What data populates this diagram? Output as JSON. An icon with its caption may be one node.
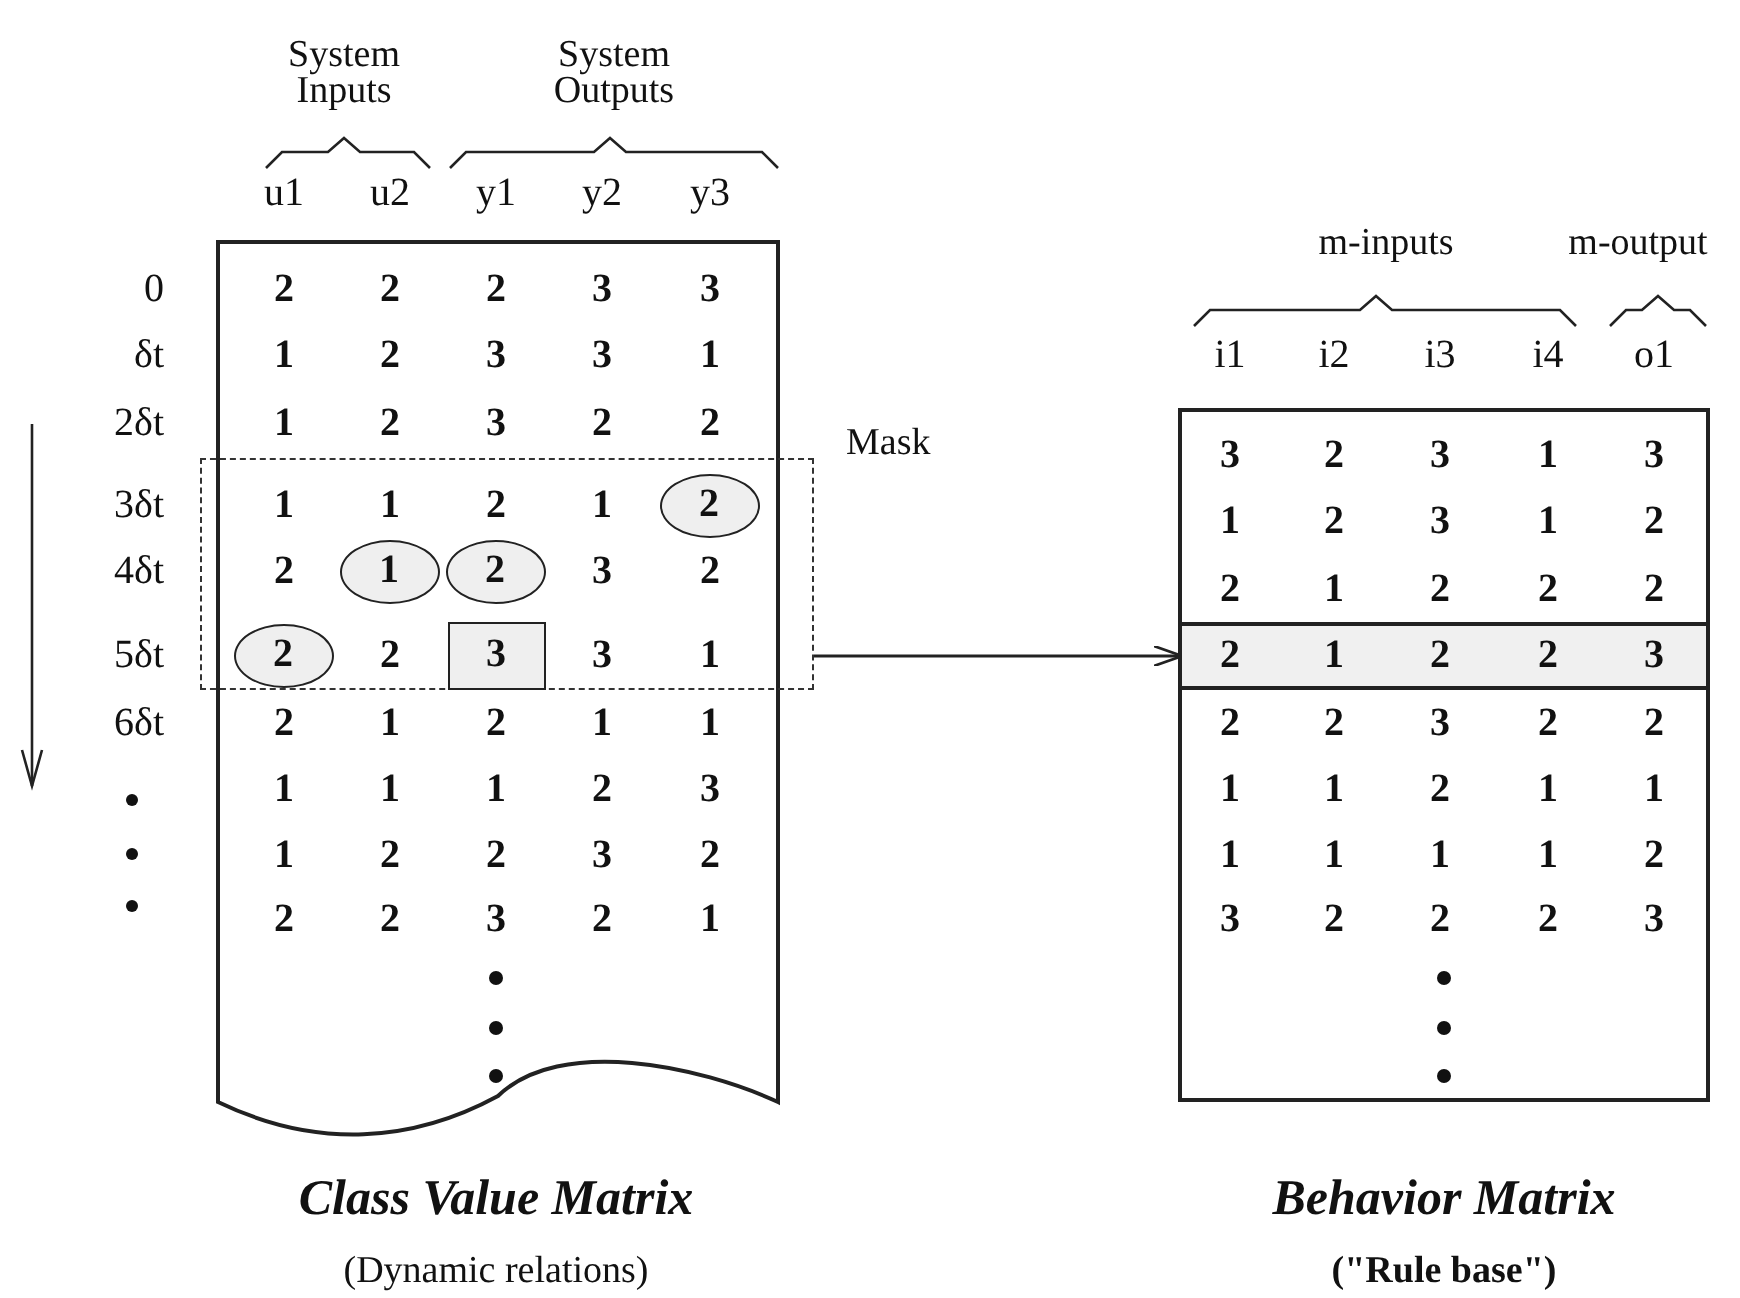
{
  "diagram": {
    "nodes": [
      {
        "text": [],
        "shape": "box",
        "beside": [
          "Class Value Matrix",
          "(Dynamic relations)"
        ]
      },
      {
        "text": [],
        "shape": "box"
      },
      {
        "text": [
          "2"
        ],
        "in": 1
      },
      {
        "text": [
          "1"
        ],
        "in": 1
      },
      {
        "text": [
          "2"
        ],
        "in": 1
      },
      {
        "text": [
          "2"
        ],
        "in": 1
      },
      {
        "text": [
          "3"
        ],
        "in": 1
      },
      {
        "text": [],
        "shape": "box",
        "beside": [
          "Behavior Matrix",
          "(\"Rule base\")"
        ]
      },
      {
        "text": [],
        "shape": "bar",
        "in": 7
      }
    ],
    "edges": [
      {
        "from": 1,
        "to": 8,
        "arrow": "to"
      }
    ],
    "labels": [
      "System Inputs",
      "System Outputs",
      "u1",
      "u2",
      "y1",
      "y2",
      "y3",
      "0",
      "2",
      "2",
      "2",
      "3",
      "3",
      "δt",
      "1",
      "2",
      "3",
      "3",
      "1",
      "2δt",
      "1",
      "2",
      "3",
      "2",
      "2",
      "3δt",
      "1",
      "1",
      "2",
      "1",
      "4δt",
      "2",
      "3",
      "2",
      "5δt",
      "2",
      "3",
      "1",
      "6δt",
      "2",
      "1",
      "2",
      "1",
      "1",
      "1",
      "1",
      "1",
      "2",
      "3",
      "1",
      "2",
      "2",
      "3",
      "2",
      "2",
      "2",
      "3",
      "2",
      "1",
      "Mask",
      "m-inputs",
      "m-output",
      "i1",
      "i2",
      "i3",
      "i4",
      "o1",
      "3",
      "2",
      "3",
      "1",
      "3",
      "1",
      "2",
      "3",
      "1",
      "2",
      "2",
      "1",
      "2",
      "2",
      "2",
      "2",
      "1",
      "2",
      "2",
      "3",
      "2",
      "2",
      "3",
      "2",
      "2",
      "1",
      "1",
      "2",
      "1",
      "1",
      "1",
      "1",
      "1",
      "1",
      "2",
      "3",
      "2",
      "2",
      "2",
      "3"
    ]
  }
}
